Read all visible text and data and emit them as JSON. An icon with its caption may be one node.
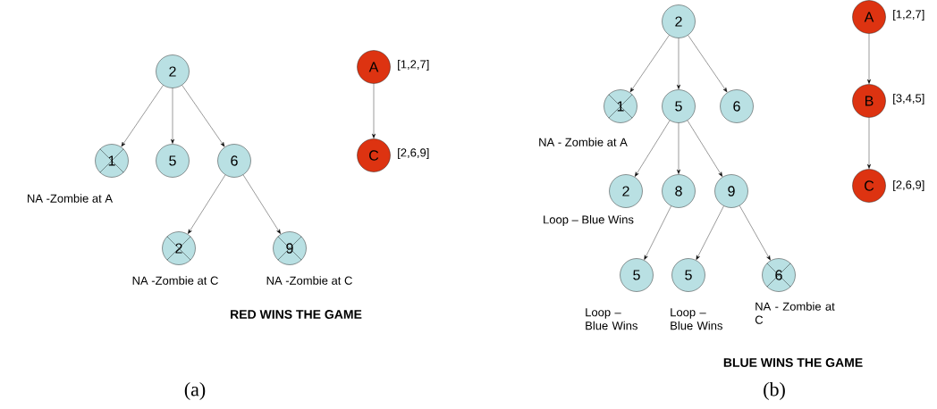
{
  "diagram": {
    "nodes": [
      {
        "text": [
          "2"
        ]
      },
      {
        "text": [
          "1"
        ],
        "beside": [
          "NA -Zombie at A"
        ]
      },
      {
        "text": [
          "5"
        ]
      },
      {
        "text": [
          "6"
        ]
      },
      {
        "text": [
          "2"
        ],
        "beside": [
          "NA -Zombie at C"
        ]
      },
      {
        "text": [
          "9"
        ],
        "beside": [
          "NA -Zombie at C"
        ]
      },
      {
        "text": [
          "A"
        ],
        "beside": [
          "[1,2,7]"
        ]
      },
      {
        "text": [
          "C"
        ],
        "beside": [
          "[2,6,9]"
        ]
      },
      {
        "text": [
          "2"
        ]
      },
      {
        "text": [
          "1"
        ],
        "beside": [
          "NA - Zombie at A"
        ]
      },
      {
        "text": [
          "5"
        ]
      },
      {
        "text": [
          "6"
        ]
      },
      {
        "text": [
          "2"
        ],
        "beside": [
          "Loop – Blue Wins"
        ]
      },
      {
        "text": [
          "8"
        ]
      },
      {
        "text": [
          "9"
        ]
      },
      {
        "text": [
          "5"
        ],
        "beside": [
          "Loop – Blue Wins"
        ]
      },
      {
        "text": [
          "5"
        ],
        "beside": [
          "Loop – Blue Wins"
        ]
      },
      {
        "text": [
          "6"
        ],
        "beside": [
          "NA - Zombie at C"
        ]
      },
      {
        "text": [
          "A"
        ],
        "beside": [
          "[1,2,7]"
        ]
      },
      {
        "text": [
          "B"
        ],
        "beside": [
          "[3,4,5]"
        ]
      },
      {
        "text": [
          "C"
        ],
        "beside": [
          "[2,6,9]"
        ]
      }
    ],
    "edges": [
      {
        "from": 0,
        "to": 1,
        "arrow": "to"
      },
      {
        "from": 0,
        "to": 2,
        "arrow": "to"
      },
      {
        "from": 0,
        "to": 3,
        "arrow": "to"
      },
      {
        "from": 3,
        "to": 4,
        "arrow": "to"
      },
      {
        "from": 3,
        "to": 5,
        "arrow": "to"
      },
      {
        "from": 6,
        "to": 7,
        "arrow": "to"
      },
      {
        "from": 8,
        "to": 9,
        "arrow": "to"
      },
      {
        "from": 8,
        "to": 10,
        "arrow": "to"
      },
      {
        "from": 8,
        "to": 11,
        "arrow": "to"
      },
      {
        "from": 10,
        "to": 12,
        "arrow": "to"
      },
      {
        "from": 10,
        "to": 13,
        "arrow": "to"
      },
      {
        "from": 10,
        "to": 14,
        "arrow": "to"
      },
      {
        "from": 13,
        "to": 15,
        "arrow": "to"
      },
      {
        "from": 14,
        "to": 16,
        "arrow": "to"
      },
      {
        "from": 14,
        "to": 17,
        "arrow": "to"
      },
      {
        "from": 18,
        "to": 19,
        "arrow": "to"
      },
      {
        "from": 19,
        "to": 20,
        "arrow": "to"
      }
    ],
    "labels": [
      "RED WINS THE GAME",
      "(a)",
      "BLUE WINS THE GAME",
      "(b)"
    ]
  }
}
